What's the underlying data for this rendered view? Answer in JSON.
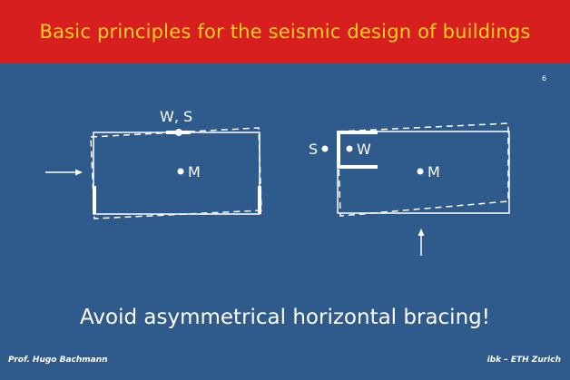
{
  "slide": {
    "title": "Basic principles for the seismic design of buildings",
    "page_number": "6",
    "caption": "Avoid asymmetrical horizontal bracing!",
    "footer_left": "Prof. Hugo Bachmann",
    "footer_right": "ibk – ETH Zurich"
  },
  "diagram_left": {
    "top_label": "W, S",
    "center_label": "M"
  },
  "diagram_right": {
    "s_label": "S",
    "w_label": "W",
    "center_label": "M"
  },
  "colors": {
    "background": "#2f5a8c",
    "title_bar": "#d71f1f",
    "title_text": "#ffd21a",
    "foreground": "#ffffff"
  }
}
